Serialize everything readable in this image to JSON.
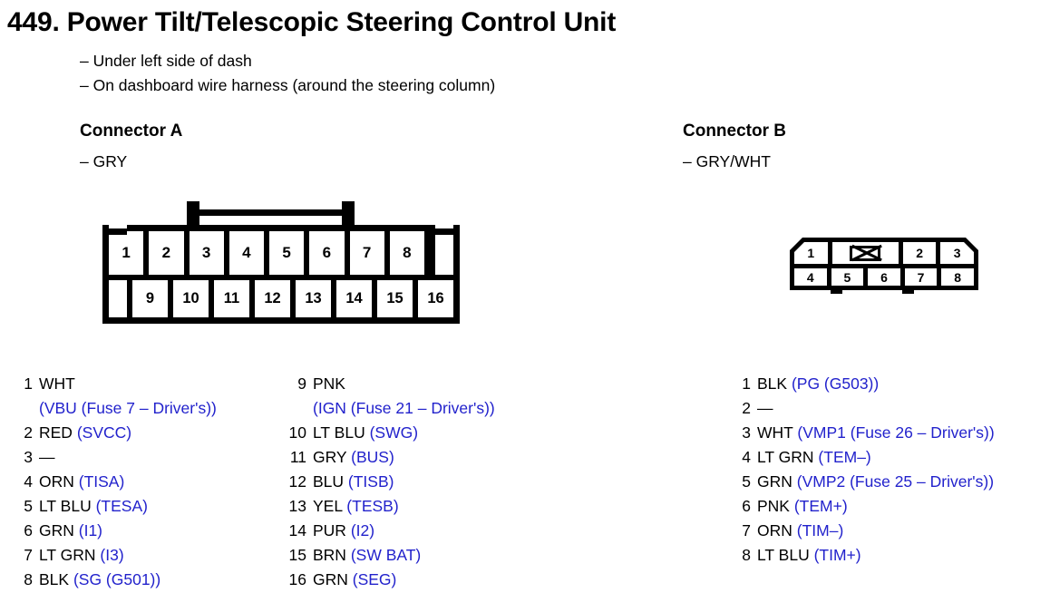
{
  "page": {
    "number": "449.",
    "title": "Power Tilt/Telescopic Steering Control Unit",
    "locations": [
      "– Under left side of dash",
      "– On dashboard wire harness (around the steering column)"
    ]
  },
  "colors": {
    "circuit_blue": "#2222cc",
    "text_black": "#000000",
    "background": "#ffffff"
  },
  "connector_a": {
    "heading": "Connector A",
    "color": "– GRY",
    "diagram": {
      "type": "16-pin-two-row",
      "top_row": [
        "1",
        "2",
        "3",
        "4",
        "5",
        "6",
        "7",
        "8",
        ""
      ],
      "bottom_row": [
        "",
        "9",
        "10",
        "11",
        "12",
        "13",
        "14",
        "15",
        "16"
      ],
      "features": [
        "locking-bridge-top",
        "shoulder-notch-left",
        "shoulder-notch-right"
      ]
    },
    "pins_column_1": [
      {
        "pin": "1",
        "wire": "WHT",
        "circuit": "",
        "continuation": "(VBU (Fuse 7 – Driver's))"
      },
      {
        "pin": "2",
        "wire": "RED",
        "circuit": "(SVCC)",
        "continuation": ""
      },
      {
        "pin": "3",
        "wire": "—",
        "circuit": "",
        "continuation": ""
      },
      {
        "pin": "4",
        "wire": "ORN",
        "circuit": "(TISA)",
        "continuation": ""
      },
      {
        "pin": "5",
        "wire": "LT BLU",
        "circuit": "(TESA)",
        "continuation": ""
      },
      {
        "pin": "6",
        "wire": "GRN",
        "circuit": "(I1)",
        "continuation": ""
      },
      {
        "pin": "7",
        "wire": "LT GRN",
        "circuit": "(I3)",
        "continuation": ""
      },
      {
        "pin": "8",
        "wire": "BLK",
        "circuit": "(SG (G501))",
        "continuation": ""
      }
    ],
    "pins_column_2": [
      {
        "pin": "9",
        "wire": "PNK",
        "circuit": "",
        "continuation": "(IGN (Fuse 21 – Driver's))"
      },
      {
        "pin": "10",
        "wire": "LT BLU",
        "circuit": "(SWG)",
        "continuation": ""
      },
      {
        "pin": "11",
        "wire": "GRY",
        "circuit": "(BUS)",
        "continuation": ""
      },
      {
        "pin": "12",
        "wire": "BLU",
        "circuit": "(TISB)",
        "continuation": ""
      },
      {
        "pin": "13",
        "wire": "YEL",
        "circuit": "(TESB)",
        "continuation": ""
      },
      {
        "pin": "14",
        "wire": "PUR",
        "circuit": "(I2)",
        "continuation": ""
      },
      {
        "pin": "15",
        "wire": "BRN",
        "circuit": "(SW BAT)",
        "continuation": ""
      },
      {
        "pin": "16",
        "wire": "GRN",
        "circuit": "(SEG)",
        "continuation": ""
      }
    ]
  },
  "connector_b": {
    "heading": "Connector B",
    "color": "– GRY/WHT",
    "diagram": {
      "type": "8-pin-two-row",
      "top_row": [
        "1",
        "latch",
        "2",
        "3"
      ],
      "bottom_row": [
        "4",
        "5",
        "6",
        "7",
        "8"
      ],
      "features": [
        "lock-tab-top-center",
        "chamfered-top-corners",
        "keying-notch-x2"
      ]
    },
    "pins": [
      {
        "pin": "1",
        "wire": "BLK",
        "circuit": "(PG (G503))"
      },
      {
        "pin": "2",
        "wire": "—",
        "circuit": ""
      },
      {
        "pin": "3",
        "wire": "WHT",
        "circuit": "(VMP1 (Fuse 26 – Driver's))"
      },
      {
        "pin": "4",
        "wire": "LT GRN",
        "circuit": "(TEM–)"
      },
      {
        "pin": "5",
        "wire": "GRN",
        "circuit": "(VMP2 (Fuse 25 – Driver's))"
      },
      {
        "pin": "6",
        "wire": "PNK",
        "circuit": "(TEM+)"
      },
      {
        "pin": "7",
        "wire": "ORN",
        "circuit": "(TIM–)"
      },
      {
        "pin": "8",
        "wire": "LT BLU",
        "circuit": "(TIM+)"
      }
    ]
  }
}
